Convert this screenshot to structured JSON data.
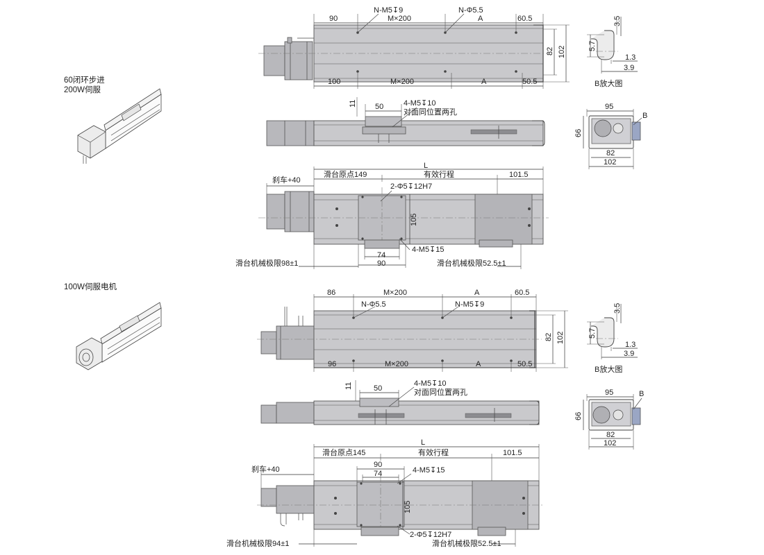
{
  "captions": {
    "variant1": [
      "60闭环步进",
      "200W伺服"
    ],
    "variant2": "100W伺服电机",
    "detail": "B放大图",
    "detail_mark": "B"
  },
  "set1": {
    "top": {
      "above": [
        "90",
        "N-M5↧9",
        "M×200",
        "N-Φ5.5",
        "A",
        "60.5"
      ],
      "below": [
        "100",
        "M×200",
        "A",
        "50.5"
      ],
      "right": [
        "82",
        "102"
      ]
    },
    "side": {
      "left": "11",
      "width": "50",
      "callout": [
        "4-M5↧10",
        "对面同位置两孔"
      ]
    },
    "plan": {
      "L": "L",
      "row": [
        "滑台原点149",
        "有效行程",
        "101.5"
      ],
      "brake": "刹车+40",
      "callout_top": "2-Φ5↧12H7",
      "callout_bottom": "4-M5↧15",
      "height": "105",
      "bottom": [
        "74",
        "90"
      ],
      "limit_left": "滑台机械极限98±1",
      "limit_right": "滑台机械极限52.5±1"
    },
    "detail": {
      "v1": "5.7",
      "v2": "3.5",
      "v3": "1.3",
      "v4": "3.9"
    },
    "end": {
      "width": "95",
      "h": "66",
      "inner": "82",
      "outer": "102"
    }
  },
  "set2": {
    "top": {
      "above": [
        "86",
        "M×200",
        "A",
        "60.5",
        "N-Φ5.5",
        "N-M5↧9"
      ],
      "below": [
        "96",
        "M×200",
        "A",
        "50.5"
      ],
      "right": [
        "82",
        "102"
      ]
    },
    "side": {
      "left": "11",
      "width": "50",
      "callout": [
        "4-M5↧10",
        "对面同位置两孔"
      ]
    },
    "plan": {
      "L": "L",
      "row": [
        "滑台原点145",
        "有效行程",
        "101.5"
      ],
      "brake": "刹车+40",
      "callout_top": "4-M5↧15",
      "callout_bottom": "2-Φ5↧12H7",
      "height": "105",
      "top": [
        "90",
        "74"
      ],
      "limit_left": "滑台机械极限94±1",
      "limit_right": "滑台机械极限52.5±1"
    },
    "detail": {
      "v1": "5.7",
      "v2": "3.5",
      "v3": "1.3",
      "v4": "3.9"
    },
    "end": {
      "width": "95",
      "h": "66",
      "inner": "82",
      "outer": "102"
    }
  }
}
